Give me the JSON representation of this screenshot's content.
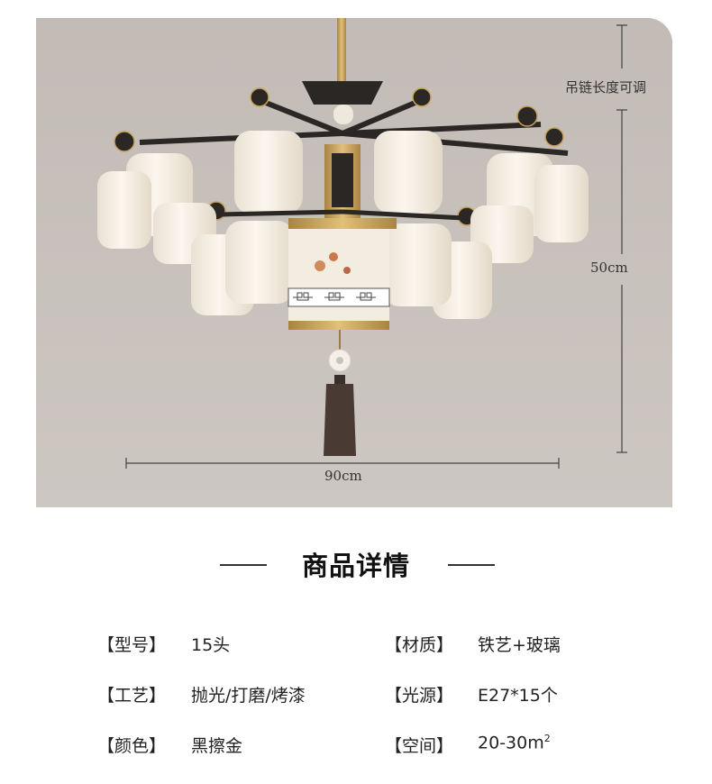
{
  "dimensions": {
    "chain_note": "吊链长度可调",
    "height": "50cm",
    "width": "90cm"
  },
  "section_title": "商品详情",
  "specs": [
    {
      "key": "【型号】",
      "value": "15头"
    },
    {
      "key": "【材质】",
      "value": "铁艺+玻璃"
    },
    {
      "key": "【工艺】",
      "value": "抛光/打磨/烤漆"
    },
    {
      "key": "【光源】",
      "value": "E27*15个"
    },
    {
      "key": "【颜色】",
      "value": "黑擦金"
    },
    {
      "key": "【空间】",
      "value": "20-30m",
      "superscript": "2"
    }
  ],
  "colors": {
    "background": "#c9c3be",
    "lamp_shade": "#f4ede2",
    "frame_black": "#2a2624",
    "frame_gold": "#c9a25a"
  }
}
